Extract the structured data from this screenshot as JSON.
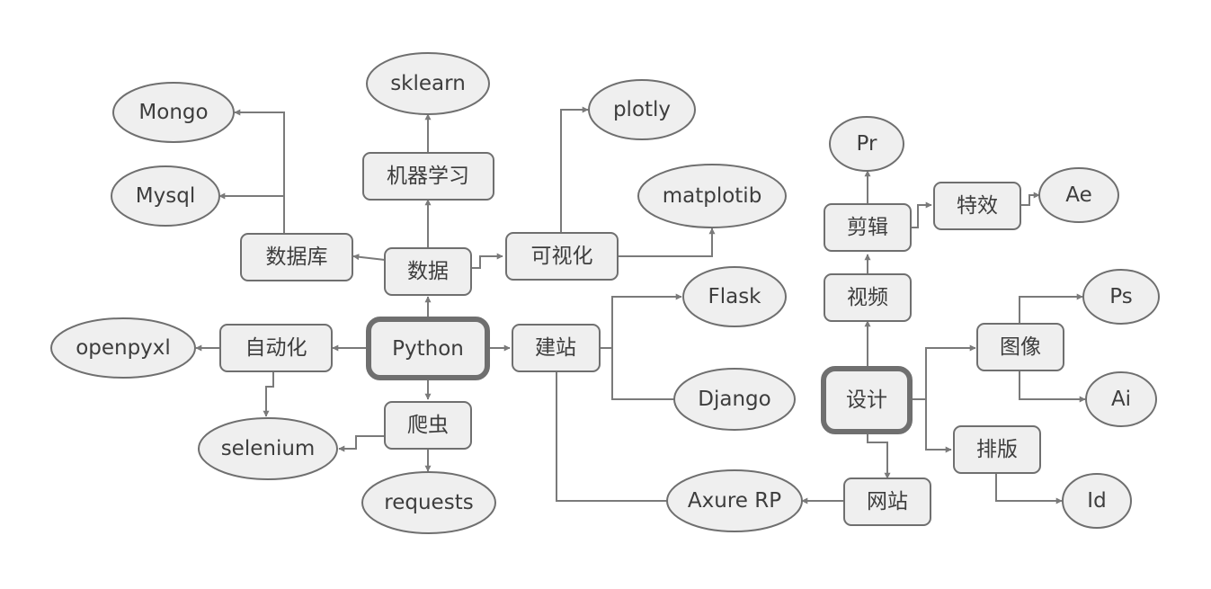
{
  "colors": {
    "node_fill": "#efefef",
    "node_stroke": "#6f6f6f",
    "edge": "#7a7a7a",
    "text": "#3d3d3d"
  },
  "nodes": {
    "python": "Python",
    "data": "数据",
    "database": "数据库",
    "ml": "机器学习",
    "viz": "可视化",
    "automation": "自动化",
    "crawler": "爬虫",
    "website_build": "建站",
    "mongo": "Mongo",
    "mysql": "Mysql",
    "sklearn": "sklearn",
    "plotly": "plotly",
    "matplotlib": "matplotib",
    "openpyxl": "openpyxl",
    "selenium": "selenium",
    "requests": "requests",
    "flask": "Flask",
    "django": "Django",
    "axure": "Axure RP",
    "design": "设计",
    "video": "视频",
    "edit": "剪辑",
    "effects": "特效",
    "pr": "Pr",
    "ae": "Ae",
    "image": "图像",
    "ps": "Ps",
    "ai": "Ai",
    "layout": "排版",
    "id": "Id",
    "website": "网站"
  }
}
